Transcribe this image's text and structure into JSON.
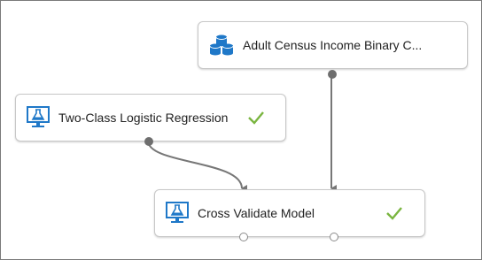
{
  "canvas": {
    "modules": [
      {
        "label": "Adult Census Income Binary C...",
        "icon": "dataset-icon",
        "status": "none"
      },
      {
        "label": "Two-Class Logistic Regression",
        "icon": "module-flask-icon",
        "status": "completed"
      },
      {
        "label": "Cross Validate Model",
        "icon": "module-flask-icon",
        "status": "completed"
      }
    ]
  },
  "colors": {
    "check": "#7ab540",
    "icon_blue": "#1f78c8",
    "connector": "#777777"
  }
}
